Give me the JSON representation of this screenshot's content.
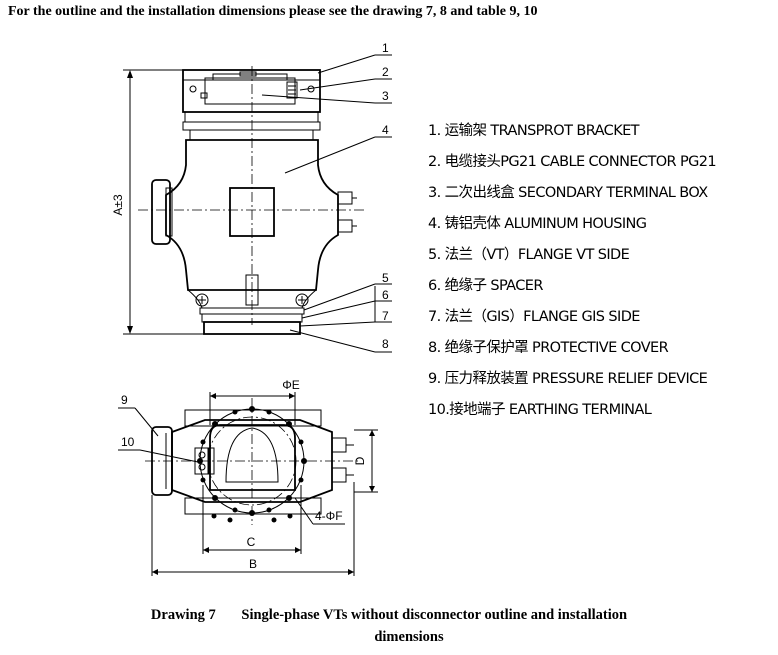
{
  "header": "For the outline and the installation dimensions please see the drawing 7, 8 and table 9, 10",
  "legend": [
    "1. 运输架 TRANSPROT BRACKET",
    "2. 电缆接头PG21 CABLE CONNECTOR PG21",
    "3. 二次出线盒 SECONDARY TERMINAL BOX",
    "4. 铸铝壳体 ALUMINUM HOUSING",
    "5. 法兰（VT）FLANGE VT SIDE",
    "6. 绝缘子 SPACER",
    "7. 法兰（GIS）FLANGE GIS SIDE",
    "8. 绝缘子保护罩 PROTECTIVE COVER",
    "9. 压力释放装置 PRESSURE RELIEF DEVICE",
    "10.接地端子 EARTHING TERMINAL"
  ],
  "callouts": {
    "c1": "1",
    "c2": "2",
    "c3": "3",
    "c4": "4",
    "c5": "5",
    "c6": "6",
    "c7": "7",
    "c8": "8",
    "c9": "9",
    "c10": "10"
  },
  "dimensions": {
    "a": "A±3",
    "phi_e": "ΦE",
    "four_phi_f": "4-ΦF",
    "c": "C",
    "b": "B",
    "d": "D"
  },
  "caption": {
    "number": "Drawing 7",
    "title": "Single-phase VTs without disconnector outline and installation",
    "title_line2": "dimensions"
  }
}
